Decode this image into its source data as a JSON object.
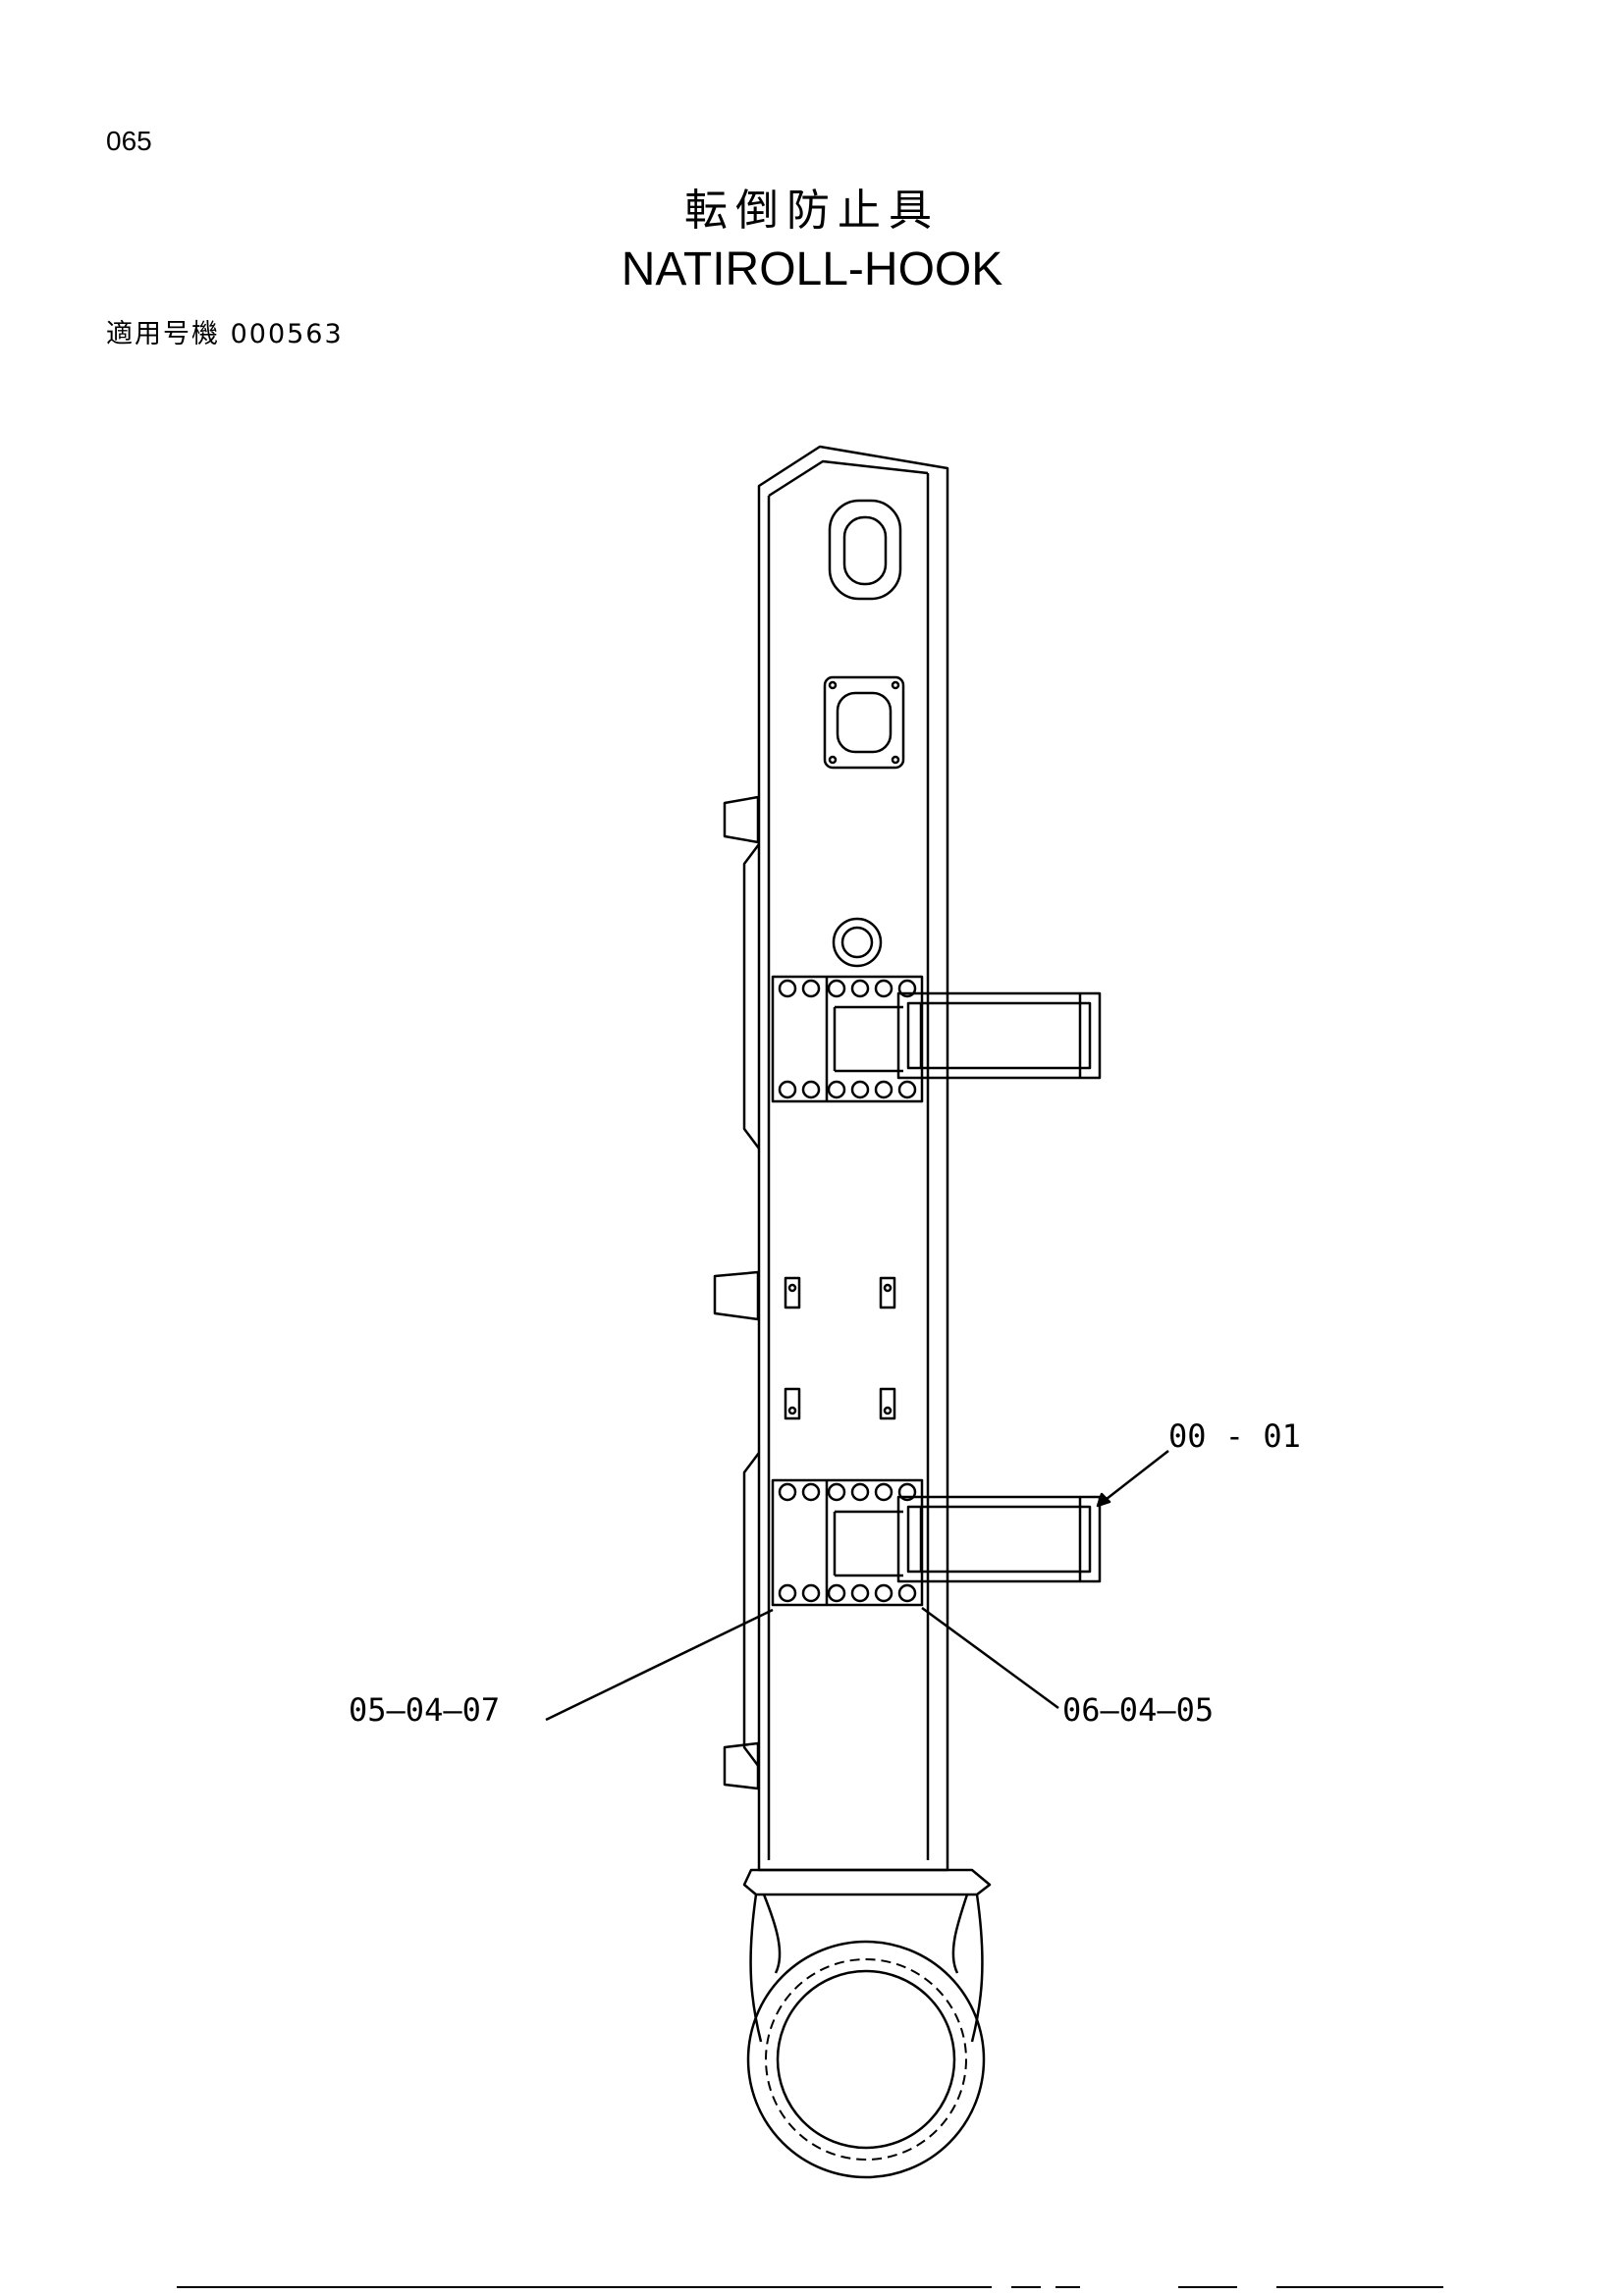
{
  "page": {
    "number": "065"
  },
  "title": {
    "japanese": "転倒防止具",
    "english": "NATIROLL-HOOK"
  },
  "applicability": {
    "label": "適用号機",
    "serial": "000563"
  },
  "callouts": [
    {
      "id": "callout-1",
      "text": "00 - 01"
    },
    {
      "id": "callout-2",
      "text": "05—04—07"
    },
    {
      "id": "callout-3",
      "text": "06—04—05"
    }
  ]
}
